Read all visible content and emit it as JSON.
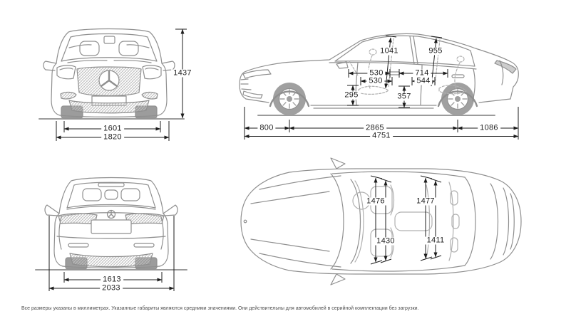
{
  "footer": {
    "note": "Все размеры указаны в миллиметрах. Указанные габариты являются средними значениями. Они действительны для автомобилей в серийной комплектации без загрузки."
  },
  "colors": {
    "background": "#ffffff",
    "body_line": "#8f8f8f",
    "interior_line": "#b0b0b0",
    "tire_fill": "#a0a0a0",
    "dimension_line": "#1c1c1c"
  },
  "views": {
    "front": {
      "title": "front-view",
      "dims": {
        "overall_height": "1437",
        "front_track": "1601",
        "body_width": "1820"
      }
    },
    "side": {
      "title": "side-view",
      "dims": {
        "front_headroom": "1041",
        "rear_headroom": "955",
        "front_seat_depth_upper": "530",
        "front_seat_depth_lower": "530",
        "rear_legroom": "714",
        "rear_seat_depth": "544",
        "front_seat_height": "295",
        "rear_seat_height": "357",
        "front_overhang": "800",
        "wheelbase": "2865",
        "rear_overhang": "1086",
        "overall_length": "4751"
      }
    },
    "rear": {
      "title": "rear-view",
      "dims": {
        "rear_track": "1613",
        "width_with_mirrors": "2033"
      }
    },
    "top": {
      "title": "top-view",
      "dims": {
        "front_cabin_width_upper": "1476",
        "rear_cabin_width_upper": "1477",
        "front_cabin_width_lower": "1430",
        "rear_cabin_width_lower": "1411"
      }
    }
  }
}
